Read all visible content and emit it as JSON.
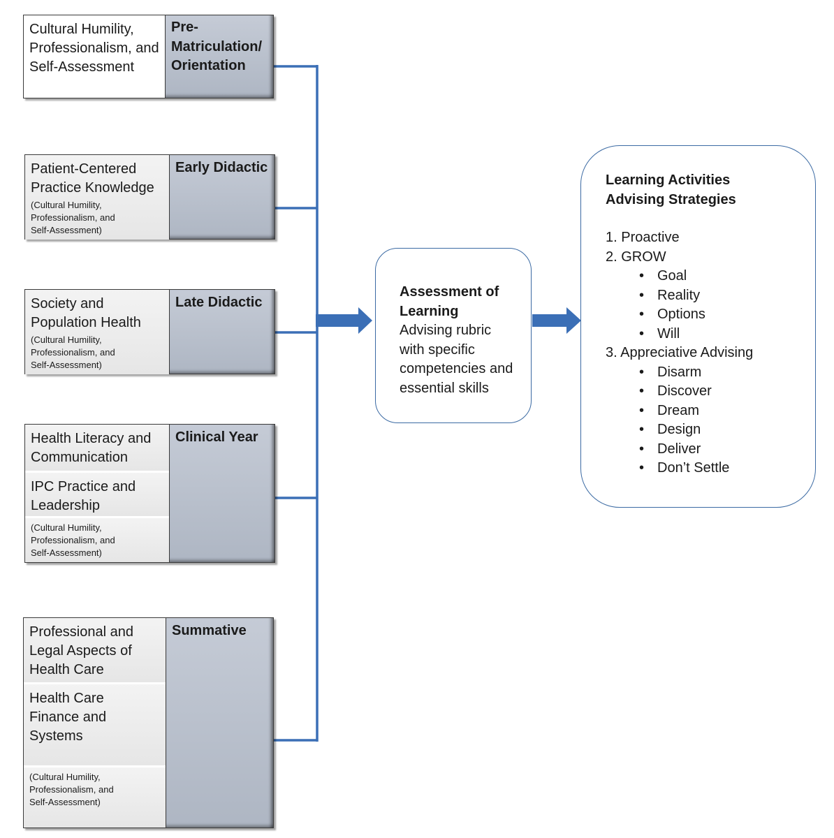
{
  "stages": [
    {
      "title": "Pre-\nMatriculation/\nOrientation",
      "topics": [
        {
          "main": "Cultural Humility,\nProfessionalism, and\nSelf-Assessment"
        }
      ]
    },
    {
      "title": "Early Didactic",
      "topics": [
        {
          "main": "Patient-Centered\nPractice Knowledge",
          "sub": "(Cultural Humility,\nProfessionalism, and\nSelf-Assessment)"
        }
      ]
    },
    {
      "title": "Late Didactic",
      "topics": [
        {
          "main": "Society and\nPopulation Health",
          "sub": "(Cultural Humility,\nProfessionalism, and\nSelf-Assessment)"
        }
      ]
    },
    {
      "title": "Clinical Year",
      "topics": [
        {
          "main": "Health Literacy and\nCommunication"
        },
        {
          "main": "IPC Practice and\nLeadership"
        },
        {
          "note": "(Cultural Humility,\nProfessionalism, and\nSelf-Assessment)"
        }
      ]
    },
    {
      "title": "Summative",
      "topics": [
        {
          "main": "Professional and\nLegal Aspects of\nHealth Care"
        },
        {
          "main": "Health Care\nFinance and\nSystems"
        },
        {
          "note": "(Cultural Humility,\nProfessionalism, and\nSelf-Assessment)"
        }
      ]
    }
  ],
  "assessment": {
    "title": "Assessment of\nLearning",
    "body": "Advising rubric\nwith specific\ncompetencies and\nessential skills"
  },
  "activities": {
    "title": "Learning Activities\nAdvising Strategies",
    "proactive": "1. Proactive",
    "grow": "2. GROW",
    "grow_items": [
      "Goal",
      "Reality",
      "Options",
      "Will"
    ],
    "appreciative": "3. Appreciative Advising",
    "appreciative_items": [
      "Disarm",
      "Discover",
      "Dream",
      "Design",
      "Deliver",
      "Don’t Settle"
    ]
  },
  "colors": {
    "connector": "#3b6fb6",
    "stage_header": "#b7bfcb",
    "topic_fill": "#ececec"
  }
}
